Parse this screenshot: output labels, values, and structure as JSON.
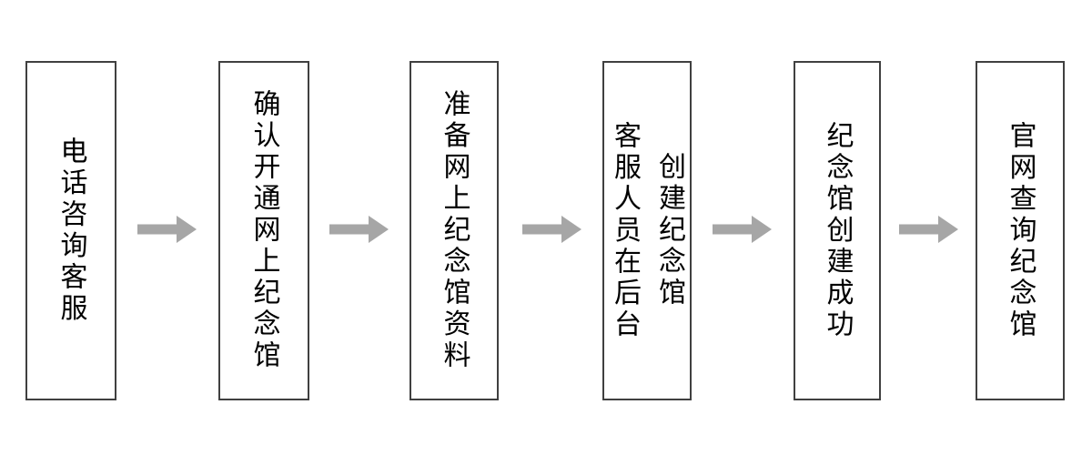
{
  "flowchart": {
    "background_color": "#ffffff",
    "box_border_color": "#404040",
    "text_color": "#000000",
    "arrow_color": "#a6a6a6",
    "steps": [
      {
        "label": "电话咨询客服"
      },
      {
        "label": "确认开通网上纪念馆"
      },
      {
        "label": "准备网上纪念馆资料"
      },
      {
        "label": "客服人员在后台\n创建纪念馆"
      },
      {
        "label": "纪念馆创建成功"
      },
      {
        "label": "官网查询纪念馆"
      }
    ]
  }
}
